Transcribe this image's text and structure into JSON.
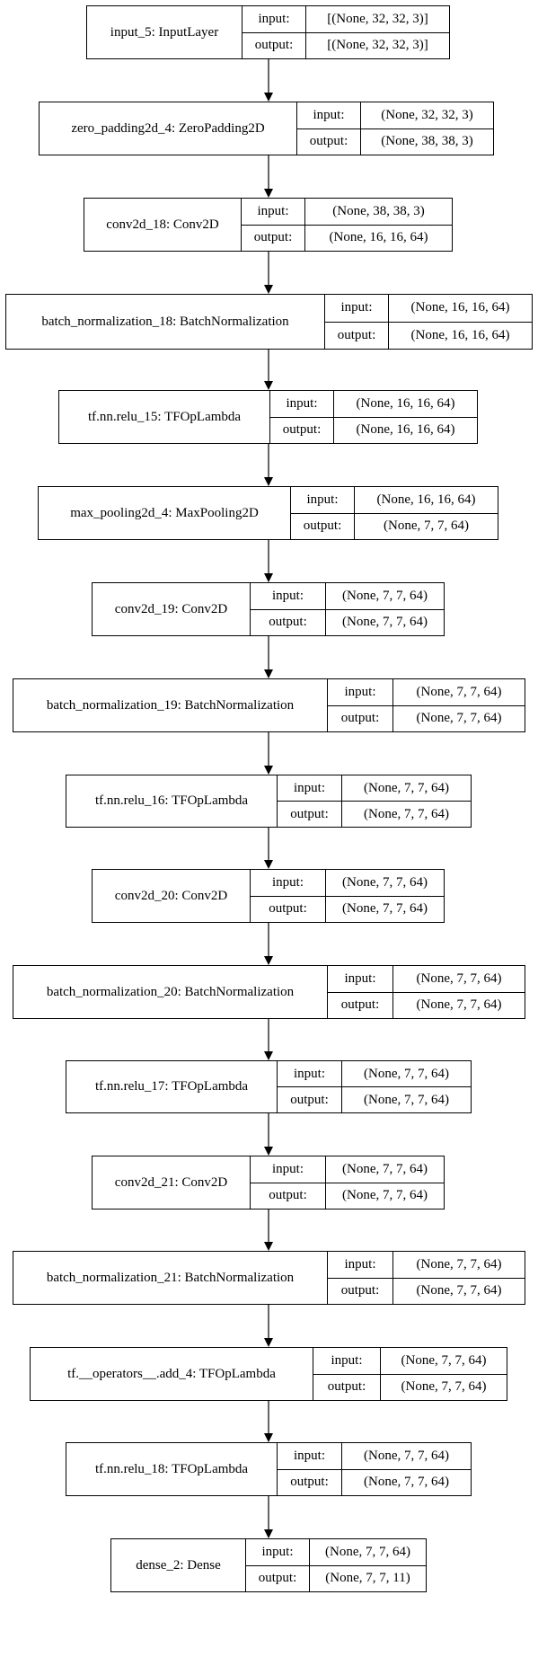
{
  "io_labels": {
    "input": "input:",
    "output": "output:"
  },
  "layers": [
    {
      "name": "input_5: InputLayer",
      "input": "[(None, 32, 32, 3)]",
      "output": "[(None, 32, 32, 3)]"
    },
    {
      "name": "zero_padding2d_4: ZeroPadding2D",
      "input": "(None, 32, 32, 3)",
      "output": "(None, 38, 38, 3)"
    },
    {
      "name": "conv2d_18: Conv2D",
      "input": "(None, 38, 38, 3)",
      "output": "(None, 16, 16, 64)"
    },
    {
      "name": "batch_normalization_18: BatchNormalization",
      "input": "(None, 16, 16, 64)",
      "output": "(None, 16, 16, 64)"
    },
    {
      "name": "tf.nn.relu_15: TFOpLambda",
      "input": "(None, 16, 16, 64)",
      "output": "(None, 16, 16, 64)"
    },
    {
      "name": "max_pooling2d_4: MaxPooling2D",
      "input": "(None, 16, 16, 64)",
      "output": "(None, 7, 7, 64)"
    },
    {
      "name": "conv2d_19: Conv2D",
      "input": "(None, 7, 7, 64)",
      "output": "(None, 7, 7, 64)"
    },
    {
      "name": "batch_normalization_19: BatchNormalization",
      "input": "(None, 7, 7, 64)",
      "output": "(None, 7, 7, 64)"
    },
    {
      "name": "tf.nn.relu_16: TFOpLambda",
      "input": "(None, 7, 7, 64)",
      "output": "(None, 7, 7, 64)"
    },
    {
      "name": "conv2d_20: Conv2D",
      "input": "(None, 7, 7, 64)",
      "output": "(None, 7, 7, 64)"
    },
    {
      "name": "batch_normalization_20: BatchNormalization",
      "input": "(None, 7, 7, 64)",
      "output": "(None, 7, 7, 64)"
    },
    {
      "name": "tf.nn.relu_17: TFOpLambda",
      "input": "(None, 7, 7, 64)",
      "output": "(None, 7, 7, 64)"
    },
    {
      "name": "conv2d_21: Conv2D",
      "input": "(None, 7, 7, 64)",
      "output": "(None, 7, 7, 64)"
    },
    {
      "name": "batch_normalization_21: BatchNormalization",
      "input": "(None, 7, 7, 64)",
      "output": "(None, 7, 7, 64)"
    },
    {
      "name": "tf.__operators__.add_4: TFOpLambda",
      "input": "(None, 7, 7, 64)",
      "output": "(None, 7, 7, 64)"
    },
    {
      "name": "tf.nn.relu_18: TFOpLambda",
      "input": "(None, 7, 7, 64)",
      "output": "(None, 7, 7, 64)"
    },
    {
      "name": "dense_2: Dense",
      "input": "(None, 7, 7, 64)",
      "output": "(None, 7, 7, 11)"
    }
  ],
  "edges": [
    [
      0,
      1
    ],
    [
      1,
      2
    ],
    [
      2,
      3
    ],
    [
      3,
      4
    ],
    [
      4,
      5
    ],
    [
      5,
      6
    ],
    [
      6,
      7
    ],
    [
      7,
      8
    ],
    [
      8,
      9
    ],
    [
      9,
      10
    ],
    [
      10,
      11
    ],
    [
      11,
      12
    ],
    [
      12,
      13
    ],
    [
      13,
      14
    ],
    [
      14,
      15
    ],
    [
      15,
      16
    ]
  ]
}
